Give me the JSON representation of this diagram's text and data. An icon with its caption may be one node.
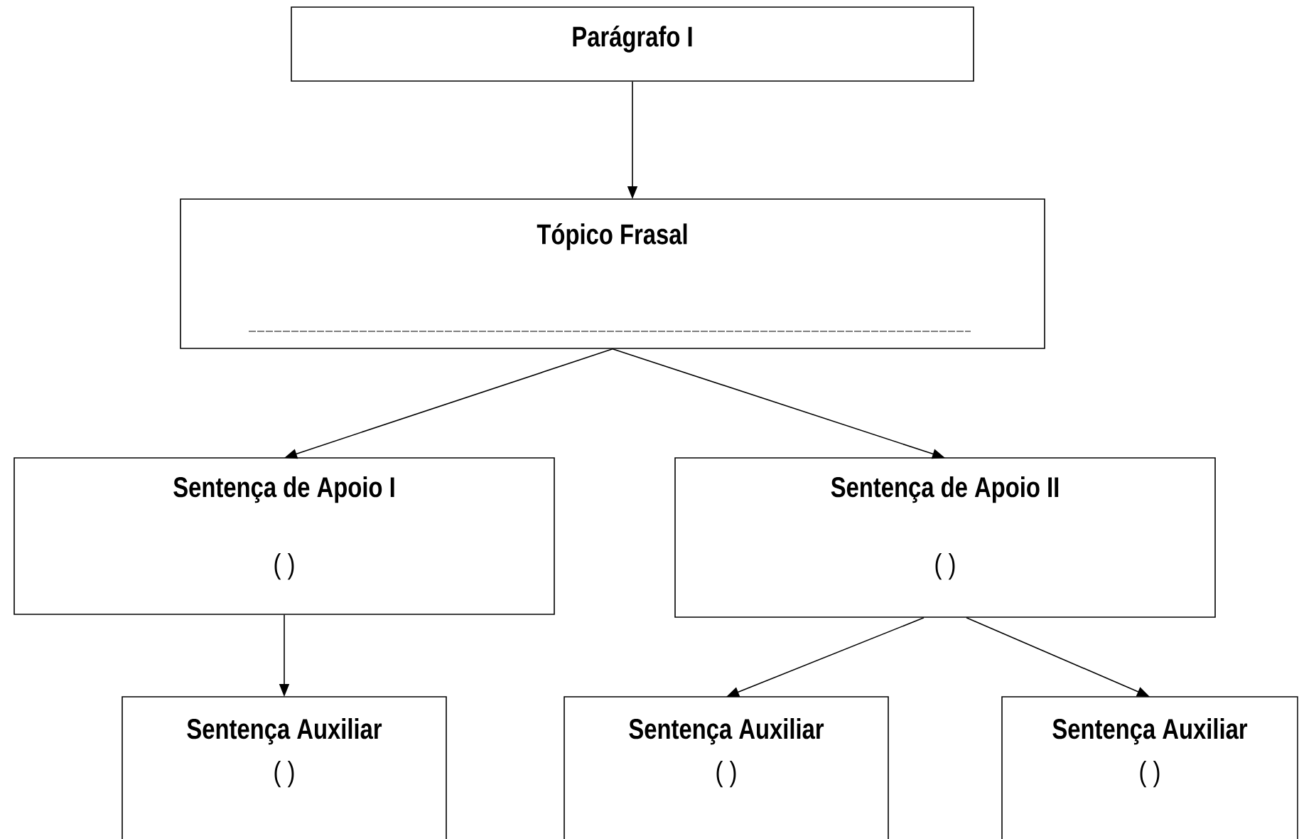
{
  "diagram": {
    "nodes": [
      {
        "text": [
          "Parágrafo I"
        ]
      },
      {
        "text": [
          "Tópico Frasal"
        ]
      },
      {
        "text": [
          "Sentença de Apoio I",
          "( )"
        ]
      },
      {
        "text": [
          "Sentença de Apoio II",
          "( )"
        ]
      },
      {
        "text": [
          "Sentença Auxiliar",
          "( )"
        ]
      },
      {
        "text": [
          "Sentença Auxiliar",
          "( )"
        ]
      },
      {
        "text": [
          "Sentença Auxiliar",
          "( )"
        ]
      }
    ],
    "edges": [
      {
        "from": 0,
        "to": 1,
        "arrow": "to"
      },
      {
        "from": 1,
        "to": 2,
        "arrow": "to"
      },
      {
        "from": 1,
        "to": 3,
        "arrow": "to"
      },
      {
        "from": 2,
        "to": 4,
        "arrow": "to"
      },
      {
        "from": 3,
        "to": 5,
        "arrow": "to"
      },
      {
        "from": 3,
        "to": 6,
        "arrow": "to"
      }
    ]
  }
}
